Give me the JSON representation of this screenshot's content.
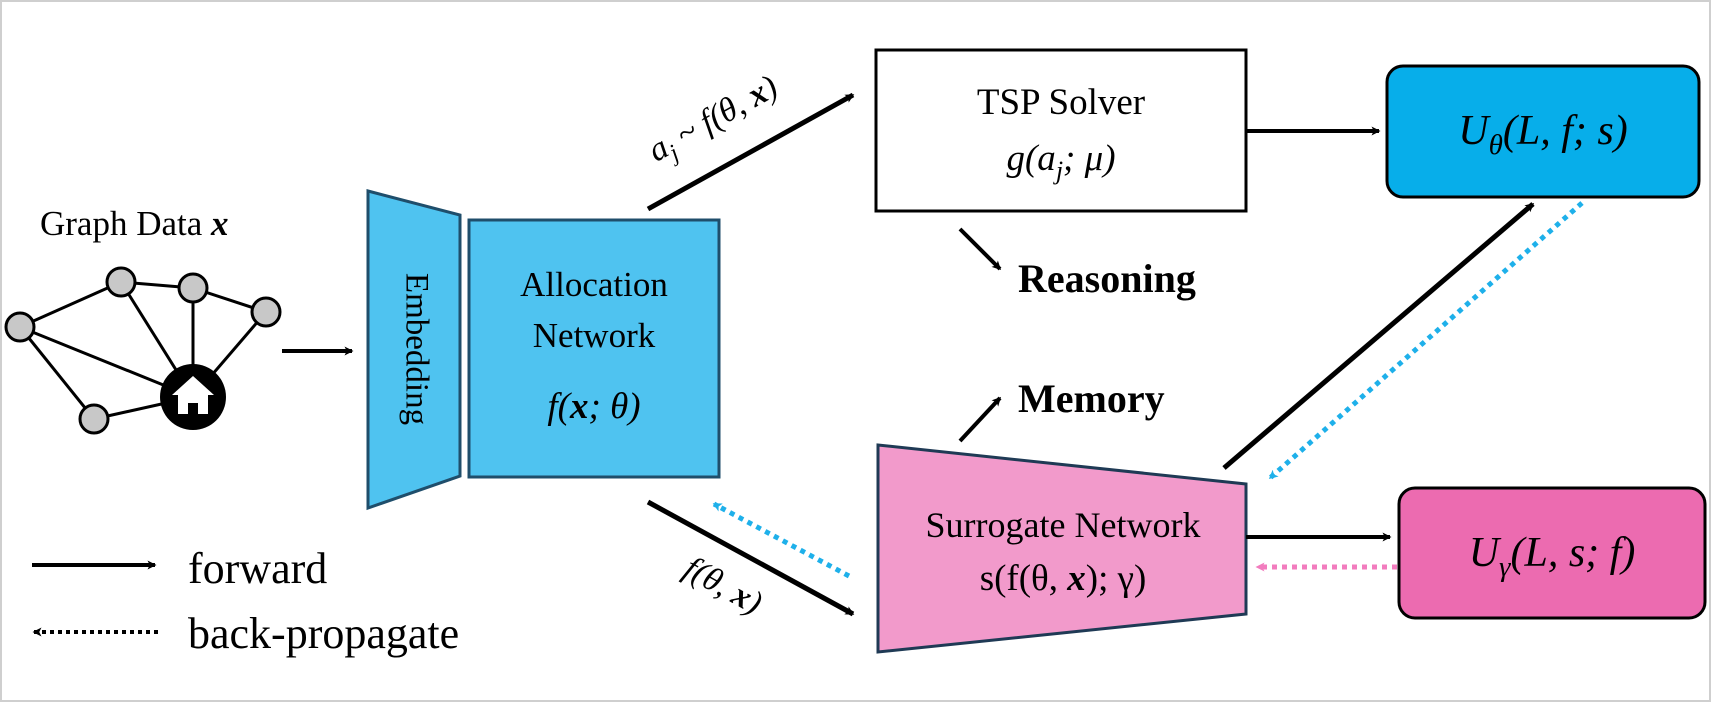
{
  "graph": {
    "title": "Graph Data",
    "title_var": "x",
    "home_icon": "home-icon"
  },
  "blocks": {
    "embedding": "Embedding",
    "allocation": {
      "line1": "Allocation",
      "line2": "Network",
      "formula": {
        "pre": "f(",
        "x": "x",
        "post": "; θ)"
      }
    },
    "tsp": {
      "title": "TSP Solver",
      "formula": {
        "pre": "g(a",
        "sub": "j",
        "post": "; μ)"
      }
    },
    "surrogate": {
      "title": "Surrogate Network",
      "formula": {
        "pre": "s(f(θ, ",
        "x": "x",
        "post": "); γ)"
      }
    },
    "u_theta": {
      "U": "U",
      "sub": "θ",
      "args": "(L, f; s)"
    },
    "u_gamma": {
      "U": "U",
      "sub": "γ",
      "args": "(L, s; f)"
    }
  },
  "labels": {
    "sample": {
      "a": "a",
      "sub": "j",
      "mid": " ~ f(θ, ",
      "x": "x",
      "post": ")"
    },
    "f_theta": {
      "pre": "f(θ, ",
      "x": "x",
      "post": ")"
    },
    "reasoning": "Reasoning",
    "memory": "Memory"
  },
  "legend": {
    "forward": "forward",
    "backprop": "back-propagate"
  },
  "colors": {
    "blue_fill": "#4FC3F0",
    "blue_stroke": "#1F4E6B",
    "u_theta_fill": "#07AEEA",
    "pink_fill": "#F29ACB",
    "u_gamma_fill": "#EC6BB0",
    "node_fill": "#C8C8C8",
    "dotted_blue": "#1EB0EA",
    "dotted_pink": "#F27CBE",
    "ink": "#000000"
  }
}
